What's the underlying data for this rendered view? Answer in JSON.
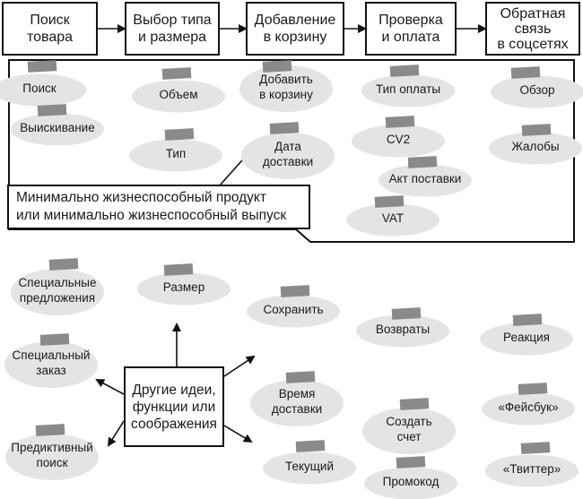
{
  "steps": [
    {
      "label": "Поиск\nтовара"
    },
    {
      "label": "Выбор типа\nи размера"
    },
    {
      "label": "Добавление\nв корзину"
    },
    {
      "label": "Проверка\nи оплата"
    },
    {
      "label": "Обратная\nсвязь\nв соцсетях"
    }
  ],
  "mvp_cards": [
    {
      "label": "Поиск"
    },
    {
      "label": "Выискивание"
    },
    {
      "label": "Объем"
    },
    {
      "label": "Тип"
    },
    {
      "label": "Добавить\nв корзину"
    },
    {
      "label": "Дата\nдоставки"
    },
    {
      "label": "Тип оплаты"
    },
    {
      "label": "CV2"
    },
    {
      "label": "Акт поставки"
    },
    {
      "label": "VAT"
    },
    {
      "label": "Обзор"
    },
    {
      "label": "Жалобы"
    }
  ],
  "mvp_label": "Минимально жизнеспособный продукт\nили минимально жизнеспособный выпуск",
  "ideas_label": "Другие идеи,\nфункции или\nсоображения",
  "other_cards": [
    {
      "label": "Специальные\nпредложения"
    },
    {
      "label": "Размер"
    },
    {
      "label": "Специальный\nзаказ"
    },
    {
      "label": "Предиктивный\nпоиск"
    },
    {
      "label": "Сохранить"
    },
    {
      "label": "Время\nдоставки"
    },
    {
      "label": "Текущий"
    },
    {
      "label": "Возвраты"
    },
    {
      "label": "Создать\nсчет"
    },
    {
      "label": "Промокод"
    },
    {
      "label": "Реакция"
    },
    {
      "label": "«Фейсбук»"
    },
    {
      "label": "«Твиттер»"
    }
  ]
}
